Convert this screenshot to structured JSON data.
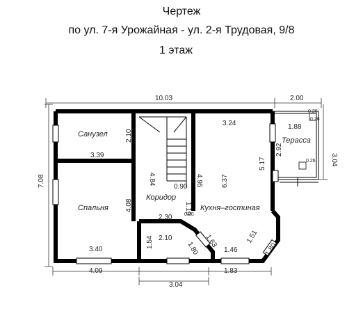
{
  "header": {
    "line1": "Чертеж",
    "line2": "по ул. 7-я Урожайная - ул. 2-я Трудовая, 9/8",
    "line3": "1 этаж"
  },
  "rooms": {
    "bathroom": "Санузел",
    "bedroom": "Спальня",
    "corridor": "Коридор",
    "kitchen": "Кухня–гостиная",
    "terrace": "Терасса"
  },
  "dims": {
    "top_total": "10.03",
    "top_terrace": "2.00",
    "left_total": "7.08",
    "right_terrace": "3.04",
    "bath_w": "3.39",
    "bath_h": "2.10",
    "bed_w": "3.40",
    "bed_h": "4.08",
    "stair_h": "4.84",
    "stair_w": "0.90",
    "corr_h": "1.19",
    "corr_w": "2.30",
    "corr_small": "0.20",
    "kitchen_top": "3.24",
    "kitchen_h": "4.95",
    "kitchen_h2": "6.37",
    "kitchen_right": "5.17",
    "terrace_w": "1.88",
    "terrace_h": "2.92",
    "t_small1": "0.26",
    "t_small2": "0.26",
    "t_small3": "0.26",
    "bay_w": "2.10",
    "bay_h": "1.54",
    "bay_diag1": "1.80",
    "bay_diag2": "1.63",
    "k_bottom": "1.46",
    "k_diag": "1.51",
    "k_diag2": "1.80",
    "bot_left": "4.09",
    "bot_mid": "1.83",
    "bot_total": "3.04"
  }
}
